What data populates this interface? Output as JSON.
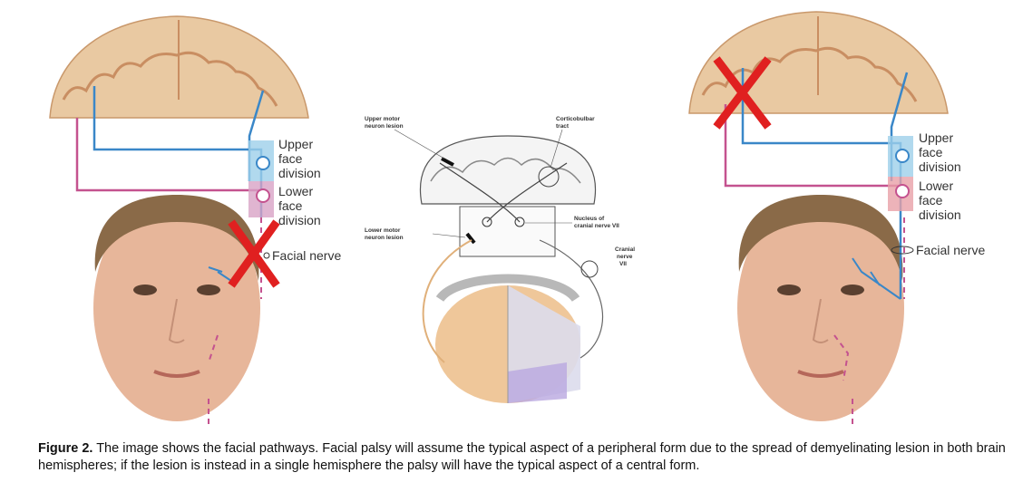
{
  "left": {
    "upper_label": [
      "Upper",
      "face",
      "division"
    ],
    "lower_label": [
      "Lower",
      "face",
      "division"
    ],
    "nerve_label": "Facial nerve"
  },
  "center": {
    "umn_label": [
      "Upper motor",
      "neuron lesion"
    ],
    "cbt_label": [
      "Corticobulbar",
      "tract"
    ],
    "nucleus_label": [
      "Nucleus of",
      "cranial nerve VII"
    ],
    "lmn_label": [
      "Lower motor",
      "neuron lesion"
    ],
    "cn_label": [
      "Cranial",
      "nerve",
      "VII"
    ]
  },
  "right": {
    "upper_label": [
      "Upper",
      "face",
      "division"
    ],
    "lower_label": [
      "Lower",
      "face",
      "division"
    ],
    "nerve_label": "Facial nerve"
  },
  "caption": {
    "bold": "Figure 2.",
    "text": " The image shows the facial pathways. Facial palsy will assume the typical aspect of a peripheral form due to the spread of demyelinating lesion in both brain hemispheres; if the lesion is instead in a single hemisphere the palsy will have the typical aspect of a central form."
  },
  "colors": {
    "brain": "#e9c9a2",
    "cortex": "#d9a77a",
    "blue_path": "#3a87c8",
    "pink_path": "#c4528f",
    "lesion": "#e02020",
    "skin": "#e7b69a",
    "hair": "#8a6a48"
  }
}
